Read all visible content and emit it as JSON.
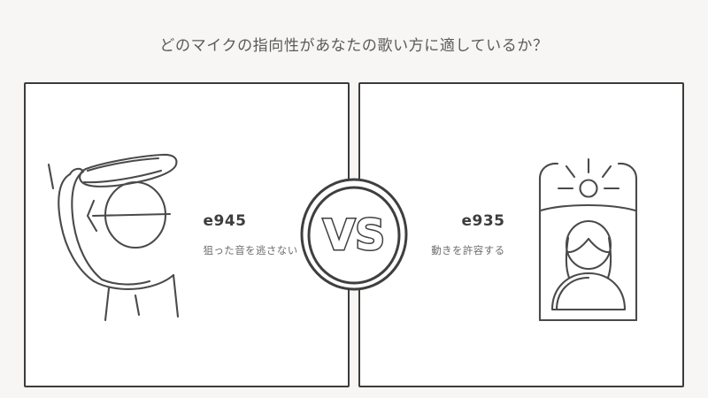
{
  "page": {
    "title": "どのマイクの指向性があなたの歌い方に適しているか？",
    "background_color": "#f7f6f4",
    "ink_color": "#3c3c3c"
  },
  "versus": {
    "label": "VS",
    "badge_icon": "versus-circle-icon"
  },
  "comparison": {
    "left": {
      "model": "e945",
      "description": "狙った音を逃さない",
      "illustration": "singer-with-handheld-microphone-supercardioid-sketch"
    },
    "right": {
      "model": "e935",
      "description": "動きを許容する",
      "illustration": "singer-on-stage-under-spotlight-cardioid-sketch"
    }
  }
}
